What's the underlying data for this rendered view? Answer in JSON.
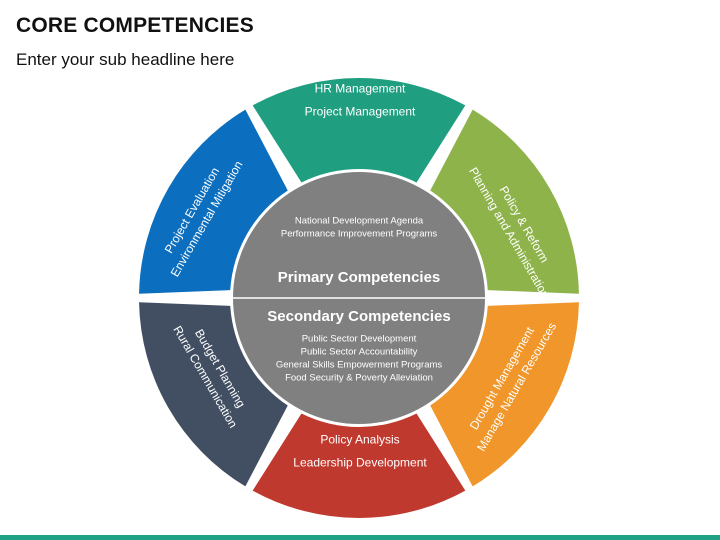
{
  "header": {
    "title": "CORE COMPETENCIES",
    "subtitle": "Enter your sub headline here"
  },
  "wheel": {
    "segments": [
      {
        "id": "top",
        "color": "#1f9e80",
        "lines": [
          "HR Management",
          "Project Management"
        ]
      },
      {
        "id": "upper-right",
        "color": "#8db34a",
        "lines": [
          "Policy & Reform",
          "Planning and Administration"
        ]
      },
      {
        "id": "lower-right",
        "color": "#f0962a",
        "lines": [
          "Drought Management",
          "Manage Natural Resources"
        ]
      },
      {
        "id": "bottom",
        "color": "#c0392e",
        "lines": [
          "Policy Analysis",
          "Leadership Development"
        ]
      },
      {
        "id": "lower-left",
        "color": "#424f63",
        "lines": [
          "Budget Planning",
          "Rural Communication"
        ]
      },
      {
        "id": "upper-left",
        "color": "#0b6ebf",
        "lines": [
          "Project Evaluation",
          "Environmental Mitigation"
        ]
      }
    ],
    "center": {
      "color": "#808080",
      "primary_items": [
        "National Development Agenda",
        "Performance Improvement Programs"
      ],
      "primary_heading": "Primary Competencies",
      "secondary_heading": "Secondary Competencies",
      "secondary_items": [
        "Public Sector Development",
        "Public Sector Accountability",
        "General Skills Empowerment Programs",
        "Food Security & Poverty Alleviation"
      ]
    }
  },
  "footer": {
    "color": "#1fa281"
  }
}
